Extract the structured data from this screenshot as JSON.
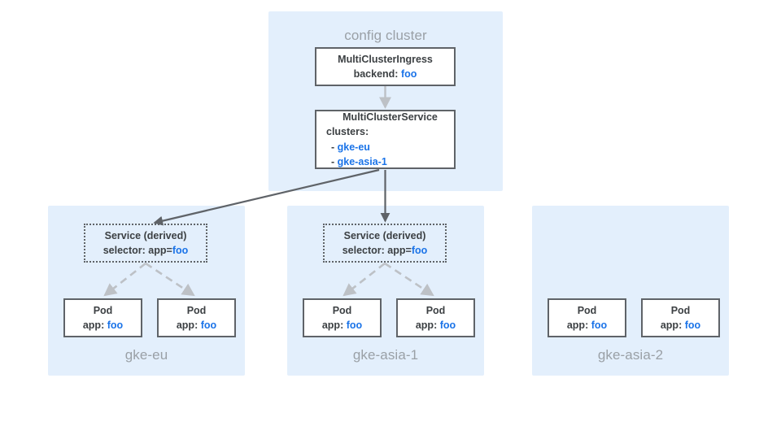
{
  "diagram": {
    "title_visible": false,
    "colors": {
      "panel_bg": "#e3effc",
      "box_border": "#5f6368",
      "text": "#3c4043",
      "accent_blue": "#1a73e8",
      "muted_label": "#9aa0a6",
      "solid_arrow": "#5f6368",
      "dashed_arrow": "#bdc1c6",
      "grey_arrow": "#bdc1c6"
    }
  },
  "config_cluster": {
    "label": "config cluster",
    "multi_cluster_ingress": {
      "name": "MultiClusterIngress",
      "backend_key": "backend: ",
      "backend_value": "foo"
    },
    "multi_cluster_service": {
      "name": "MultiClusterService",
      "clusters_key": "clusters:",
      "cluster_items": [
        {
          "bullet": "- ",
          "value": "gke-eu"
        },
        {
          "bullet": "- ",
          "value": "gke-asia-1"
        }
      ]
    }
  },
  "clusters": [
    {
      "label": "gke-eu",
      "has_service": true,
      "service": {
        "title": "Service (derived)",
        "selector_key": "selector: app=",
        "selector_value": "foo"
      },
      "pods": [
        {
          "title": "Pod",
          "app_key": "app: ",
          "app_value": "foo"
        },
        {
          "title": "Pod",
          "app_key": "app: ",
          "app_value": "foo"
        }
      ]
    },
    {
      "label": "gke-asia-1",
      "has_service": true,
      "service": {
        "title": "Service (derived)",
        "selector_key": "selector: app=",
        "selector_value": "foo"
      },
      "pods": [
        {
          "title": "Pod",
          "app_key": "app: ",
          "app_value": "foo"
        },
        {
          "title": "Pod",
          "app_key": "app: ",
          "app_value": "foo"
        }
      ]
    },
    {
      "label": "gke-asia-2",
      "has_service": false,
      "pods": [
        {
          "title": "Pod",
          "app_key": "app: ",
          "app_value": "foo"
        },
        {
          "title": "Pod",
          "app_key": "app: ",
          "app_value": "foo"
        }
      ]
    }
  ]
}
